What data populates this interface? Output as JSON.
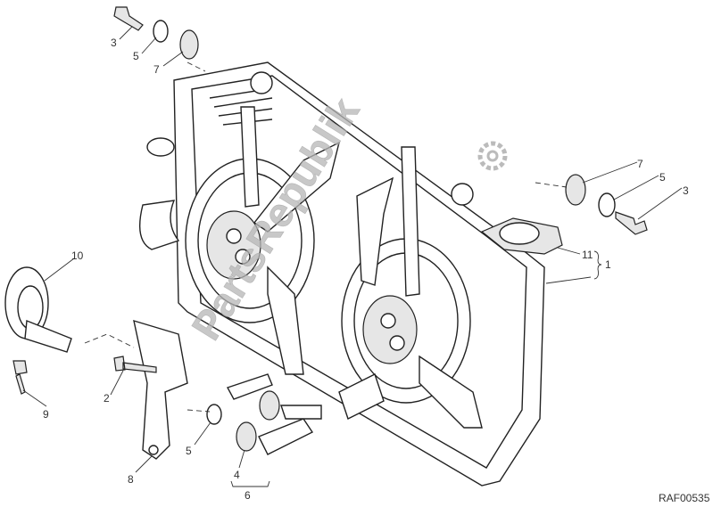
{
  "diagram": {
    "callouts": {
      "c3_top": "3",
      "c5_top": "5",
      "c7_top": "7",
      "c7_right": "7",
      "c5_right": "5",
      "c3_right": "3",
      "c11": "11",
      "c1": "1",
      "c10": "10",
      "c9": "9",
      "c2": "2",
      "c8": "8",
      "c5_bottom": "5",
      "c4": "4",
      "c6": "6"
    },
    "reference_code": "RAF00535",
    "watermark": "PartsRepublik"
  }
}
